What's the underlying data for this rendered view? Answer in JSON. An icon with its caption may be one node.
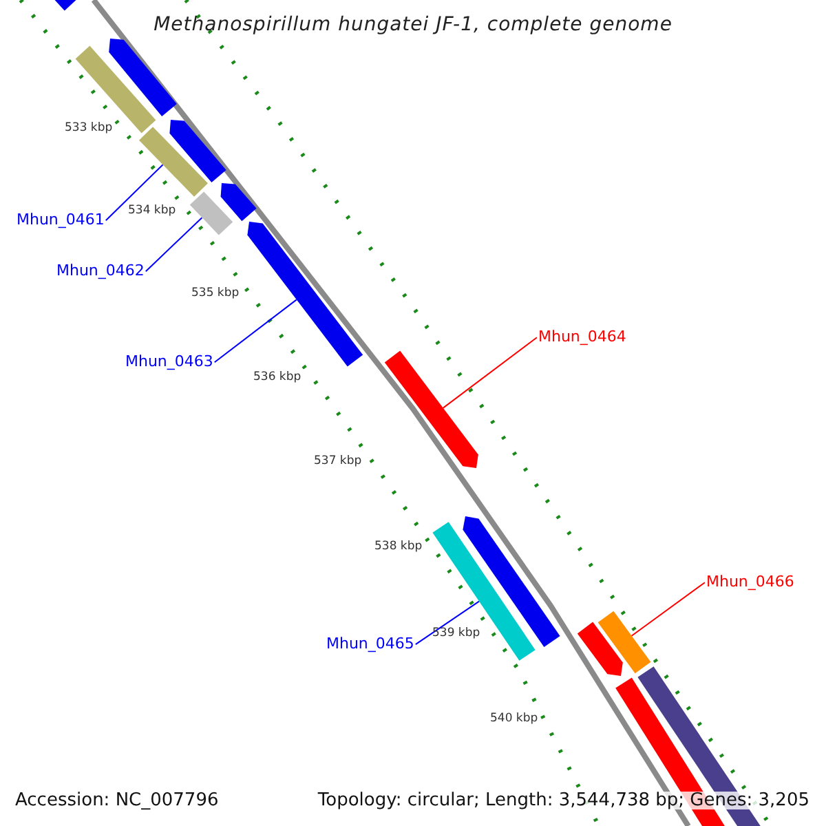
{
  "diagram": {
    "title": "Methanospirillum hungatei JF-1, complete genome",
    "nodes": [
      {
        "text": [
          "Mhun_0461"
        ]
      },
      {
        "text": [
          "Mhun_0462"
        ]
      },
      {
        "text": [
          "Mhun_0463"
        ]
      },
      {
        "text": [
          "Mhun_0464"
        ]
      },
      {
        "text": [
          "Mhun_0465"
        ]
      },
      {
        "text": [
          "Mhun_0466"
        ]
      },
      {
        "text": [],
        "shape": "bar"
      },
      {
        "text": [],
        "shape": "bar"
      },
      {
        "text": [],
        "shape": "bar"
      },
      {
        "text": [],
        "shape": "bar"
      },
      {
        "text": [],
        "shape": "bar"
      },
      {
        "text": [],
        "shape": "bar"
      },
      {
        "text": [],
        "shape": "bar"
      },
      {
        "text": [],
        "shape": "bar"
      },
      {
        "text": [],
        "shape": "bar"
      },
      {
        "text": [],
        "shape": "bar"
      },
      {
        "text": [],
        "shape": "bar"
      },
      {
        "text": [],
        "shape": "bar"
      },
      {
        "text": [],
        "shape": "bar"
      },
      {
        "text": [],
        "shape": "bar"
      },
      {
        "text": [],
        "shape": "bar"
      }
    ],
    "edges": [
      {
        "from": 0,
        "to": 6,
        "arrow": "none"
      },
      {
        "from": 1,
        "to": 7,
        "arrow": "none"
      },
      {
        "from": 2,
        "to": 8,
        "arrow": "none"
      },
      {
        "from": 3,
        "to": 9,
        "arrow": "none",
        "color": "#ff0000"
      },
      {
        "from": 4,
        "to": 10,
        "arrow": "none"
      },
      {
        "from": 5,
        "to": 11,
        "arrow": "none",
        "color": "#ff0000"
      }
    ],
    "labels": [
      "533 kbp",
      "534 kbp",
      "535 kbp",
      "536 kbp",
      "537 kbp",
      "538 kbp",
      "539 kbp",
      "540 kbp",
      "Accession: NC_007796",
      "Topology: circular; Length: 3,544,738 bp; Genes: 3,205"
    ]
  }
}
